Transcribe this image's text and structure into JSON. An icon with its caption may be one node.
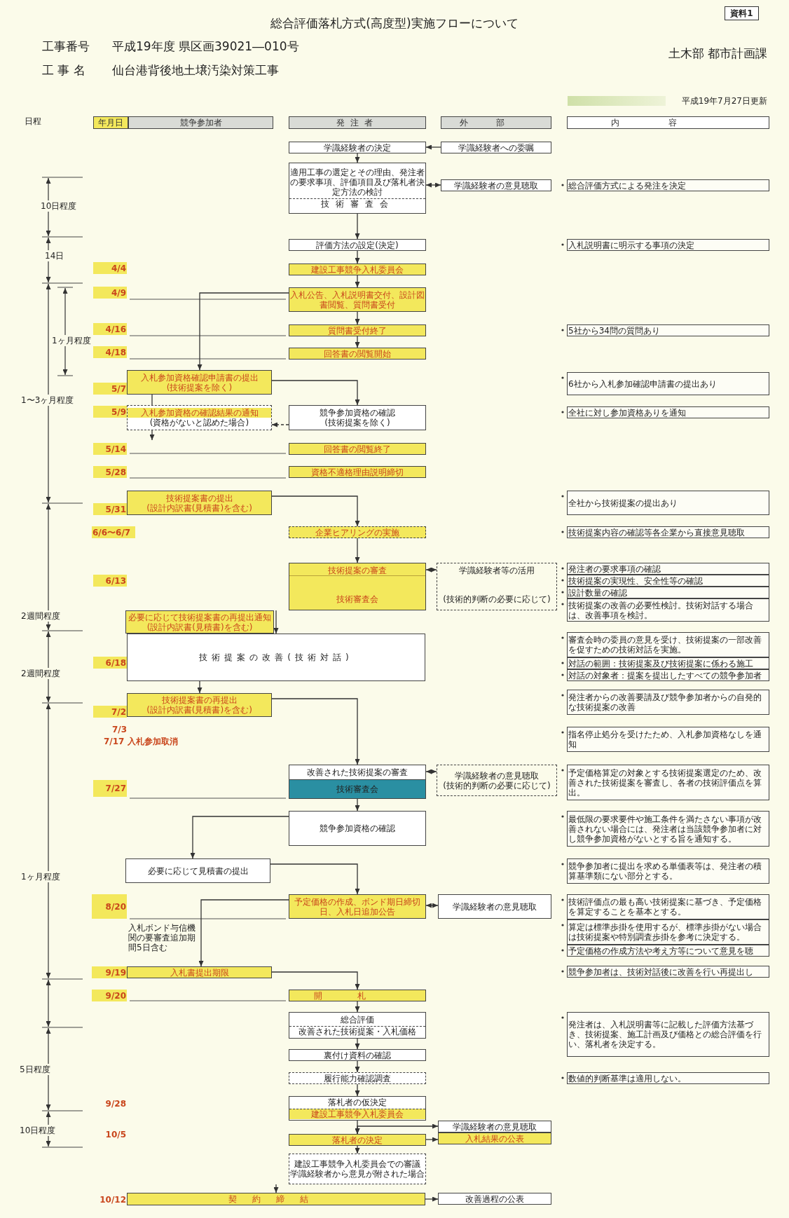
{
  "diagram": {
    "title": "総合評価落札方式(高度型)実施フローについて",
    "nodes": [
      {
        "text": [
          "資料1"
        ]
      },
      {
        "text": [
          "年月日"
        ]
      },
      {
        "text": [
          "競争参加者"
        ]
      },
      {
        "text": [
          "発注者"
        ]
      },
      {
        "text": [
          "外部"
        ]
      },
      {
        "text": [
          "内容"
        ]
      },
      {
        "text": [
          "学識経験者の決定"
        ]
      },
      {
        "text": [
          "学識経験者への委嘱"
        ]
      },
      {
        "text": [
          "適用工事の選定とその理由、発注者の要求事項、評価項目及び落札者決定方法の検討",
          "技術審査会"
        ]
      },
      {
        "text": [
          "学識経験者の意見聴取"
        ]
      },
      {
        "text": [
          "総合評価方式による発注を決定"
        ]
      },
      {
        "text": [
          "評価方法の設定(決定)"
        ]
      },
      {
        "text": [
          "入札説明書に明示する事項の決定"
        ]
      },
      {
        "text": [
          "4/4"
        ]
      },
      {
        "text": [
          "建設工事競争入札委員会"
        ]
      },
      {
        "text": [
          "4/9"
        ]
      },
      {
        "text": [
          "入札公告、入札説明書交付、設計図書閲覧、質問書受付"
        ]
      },
      {
        "text": [
          "4/16"
        ]
      },
      {
        "text": [
          "質問書受付終了"
        ]
      },
      {
        "text": [
          "5社から34問の質問あり"
        ]
      },
      {
        "text": [
          "4/18"
        ]
      },
      {
        "text": [
          "回答書の閲覧開始"
        ]
      },
      {
        "text": [
          "入札参加資格確認申請書の提出",
          "(技術提案を除く)"
        ]
      },
      {
        "text": [
          "5/7"
        ]
      },
      {
        "text": [
          "6社から入札参加確認申請書の提出あり"
        ]
      },
      {
        "text": [
          "5/9"
        ]
      },
      {
        "text": [
          "入札参加資格の確認結果の通知",
          "(資格がないと認めた場合)"
        ]
      },
      {
        "text": [
          "競争参加資格の確認",
          "(技術提案を除く)"
        ]
      },
      {
        "text": [
          "全社に対し参加資格ありを通知"
        ]
      },
      {
        "text": [
          "5/14"
        ]
      },
      {
        "text": [
          "回答書の閲覧終了"
        ]
      },
      {
        "text": [
          "5/28"
        ]
      },
      {
        "text": [
          "資格不適格理由説明締切"
        ]
      },
      {
        "text": [
          "技術提案書の提出",
          "(設計内訳書(見積書)を含む)"
        ]
      },
      {
        "text": [
          "5/31"
        ]
      },
      {
        "text": [
          "全社から技術提案の提出あり"
        ]
      },
      {
        "text": [
          "6/6〜6/7"
        ]
      },
      {
        "text": [
          "企業ヒアリングの実施"
        ]
      },
      {
        "text": [
          "技術提案内容の確認等各企業から直接意見聴取"
        ]
      },
      {
        "text": [
          "技術提案の審査",
          "技術審査会"
        ]
      },
      {
        "text": [
          "学識経験者等の活用",
          "(技術的判断の必要に応じて)"
        ]
      },
      {
        "text": [
          "6/13"
        ]
      },
      {
        "text": [
          "発注者の要求事項の確認"
        ]
      },
      {
        "text": [
          "技術提案の実現性、安全性等の確認"
        ]
      },
      {
        "text": [
          "設計数量の確認"
        ]
      },
      {
        "text": [
          "技術提案の改善の必要性検討。技術対話する場合は、改善事項を検討。"
        ]
      },
      {
        "text": [
          "必要に応じて技術提案書の再提出通知",
          "(設計内訳書(見積書)を含む)"
        ]
      },
      {
        "text": [
          "技術提案の改善(技術対話)"
        ]
      },
      {
        "text": [
          "6/18"
        ]
      },
      {
        "text": [
          "審査会時の委員の意見を受け、技術提案の一部改善を促すための技術対話を実施。"
        ]
      },
      {
        "text": [
          "対話の範囲：技術提案及び技術提案に係わる施工"
        ]
      },
      {
        "text": [
          "対話の対象者：提案を提出したすべての競争参加者"
        ]
      },
      {
        "text": [
          "技術提案書の再提出",
          "(設計内訳書(見積書)を含む)"
        ]
      },
      {
        "text": [
          "7/2"
        ]
      },
      {
        "text": [
          "発注者からの改善要請及び競争参加者からの自発的な技術提案の改善"
        ]
      },
      {
        "text": [
          "指名停止処分を受けたため、入札参加資格なしを通知"
        ]
      },
      {
        "text": [
          "改善された技術提案の審査",
          "技術審査会"
        ]
      },
      {
        "text": [
          "学識経験者の意見聴取",
          "(技術的判断の必要に応じて)"
        ]
      },
      {
        "text": [
          "7/27"
        ]
      },
      {
        "text": [
          "予定価格算定の対象とする技術提案選定のため、改善された技術提案を審査し、各者の技術評価点を算出。"
        ]
      },
      {
        "text": [
          "競争参加資格の確認"
        ]
      },
      {
        "text": [
          "最低限の要求要件や施工条件を満たさない事項が改善されない場合には、発注者は当該競争参加者に対し競争参加資格がないとする旨を通知する。"
        ]
      },
      {
        "text": [
          "必要に応じて見積書の提出"
        ]
      },
      {
        "text": [
          "競争参加者に提出を求める単価表等は、発注者の積算基準類にない部分とする。"
        ]
      },
      {
        "text": [
          "予定価格の作成、ボンド期日締切日、入札日追加公告"
        ]
      },
      {
        "text": [
          "学識経験者の意見聴取"
        ]
      },
      {
        "text": [
          "8/20"
        ]
      },
      {
        "text": [
          "技術評価点の最も高い技術提案に基づき、予定価格を算定することを基本とする。"
        ]
      },
      {
        "text": [
          "算定は標準歩掛を使用するが、標準歩掛がない場合は技術提案や特別調査歩掛を参考に決定する。"
        ]
      },
      {
        "text": [
          "予定価格の作成方法や考え方等について意見を聴"
        ]
      },
      {
        "text": [
          "9/19"
        ]
      },
      {
        "text": [
          "入札書提出期限"
        ]
      },
      {
        "text": [
          "競争参加者は、技術対話後に改善を行い再提出し"
        ]
      },
      {
        "text": [
          "9/20"
        ]
      },
      {
        "text": [
          "開札"
        ]
      },
      {
        "text": [
          "総合評価",
          "改善された技術提案・入札価格"
        ]
      },
      {
        "text": [
          "発注者は、入札説明書等に記載した評価方法基づき、技術提案、施工計画及び価格との総合評価を行い、落札者を決定する。"
        ]
      },
      {
        "text": [
          "裏付け資料の確認"
        ]
      },
      {
        "text": [
          "履行能力確認調査"
        ]
      },
      {
        "text": [
          "数値的判断基準は適用しない。"
        ]
      },
      {
        "text": [
          "落札者の仮決定",
          "建設工事競争入札委員会"
        ]
      },
      {
        "text": [
          "学識経験者の意見聴取"
        ]
      },
      {
        "text": [
          "落札者の決定"
        ]
      },
      {
        "text": [
          "入札結果の公表"
        ]
      },
      {
        "text": [
          "建設工事競争入札委員会での審議",
          "学識経験者から意見が附された場合"
        ]
      },
      {
        "text": [
          "契約締結"
        ]
      },
      {
        "text": [
          "改善過程の公表"
        ]
      }
    ],
    "edges": [
      {
        "from": 7,
        "to": 6,
        "arrow": "to"
      },
      {
        "from": 6,
        "to": 8,
        "arrow": "to"
      },
      {
        "from": 8,
        "to": 9,
        "arrow": "both"
      },
      {
        "from": 8,
        "to": 11,
        "arrow": "to"
      },
      {
        "from": 11,
        "to": 14,
        "arrow": "to"
      },
      {
        "from": 14,
        "to": 16,
        "arrow": "to"
      },
      {
        "from": 16,
        "to": 22,
        "arrow": "to"
      },
      {
        "from": 16,
        "to": 18,
        "arrow": "to"
      },
      {
        "from": 18,
        "to": 21,
        "arrow": "to"
      },
      {
        "from": 22,
        "to": 27,
        "arrow": "to"
      },
      {
        "from": 27,
        "to": 26,
        "arrow": "to",
        "style": "dashed"
      },
      {
        "from": 22,
        "to": 26,
        "arrow": "to"
      },
      {
        "from": 33,
        "to": 37,
        "arrow": "to"
      },
      {
        "from": 37,
        "to": 39,
        "arrow": "to"
      },
      {
        "from": 39,
        "to": 40,
        "arrow": "both"
      },
      {
        "from": 39,
        "to": 47,
        "arrow": "to"
      },
      {
        "from": 47,
        "to": 52,
        "arrow": "to"
      },
      {
        "from": 52,
        "to": 56,
        "arrow": "to"
      },
      {
        "from": 56,
        "to": 57,
        "arrow": "both"
      },
      {
        "from": 56,
        "to": 60,
        "arrow": "to"
      },
      {
        "from": 60,
        "to": 62,
        "arrow": "to"
      },
      {
        "from": 62,
        "to": 64,
        "arrow": "to"
      },
      {
        "from": 64,
        "to": 65,
        "arrow": "both"
      },
      {
        "from": 64,
        "to": 71,
        "arrow": "to"
      },
      {
        "from": 71,
        "to": 74,
        "arrow": "to"
      },
      {
        "from": 74,
        "to": 75,
        "arrow": "to"
      },
      {
        "from": 75,
        "to": 77,
        "arrow": "to"
      },
      {
        "from": 77,
        "to": 78,
        "arrow": "to"
      },
      {
        "from": 78,
        "to": 80,
        "arrow": "to"
      },
      {
        "from": 80,
        "to": 82,
        "arrow": "to"
      },
      {
        "from": 82,
        "to": 81,
        "arrow": "both"
      },
      {
        "from": 82,
        "to": 83,
        "arrow": "to"
      },
      {
        "from": 82,
        "to": 84,
        "arrow": "to"
      },
      {
        "from": 84,
        "to": 85,
        "arrow": "to"
      },
      {
        "from": 85,
        "to": 86,
        "arrow": "to"
      }
    ],
    "labels": [
      "工事番号",
      "平成19年度 県区画39021―010号",
      "土木部 都市計画課",
      "工 事 名",
      "仙台港背後地土壌汚染対策工事",
      "平成19年7月27日更新",
      "日程",
      "10日程度",
      "14日",
      "1ヶ月程度",
      "1〜3ヶ月程度",
      "2週間程度",
      "2週間程度",
      "7/3",
      "7/17 入札参加取消",
      "1ヶ月程度",
      "入札ボンド与信機関の要審査追加期間5日含む",
      "5日程度",
      "9/28",
      "10日程度",
      "10/5",
      "10/12"
    ]
  }
}
